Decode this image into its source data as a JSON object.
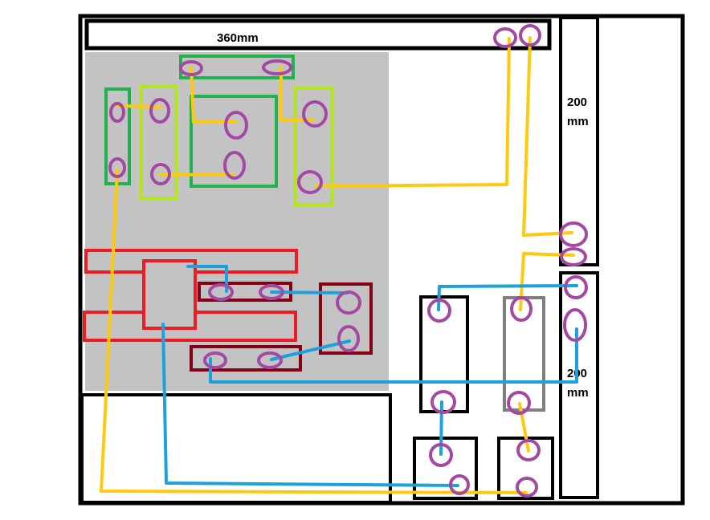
{
  "labels": {
    "top_radiator": "360mm",
    "side_radiator_1_line1": "200",
    "side_radiator_1_line2": "mm",
    "side_radiator_2_line1": "200",
    "side_radiator_2_line2": "mm"
  },
  "colors": {
    "case_outline": "#000000",
    "motherboard_area": "#c3c3c3",
    "green_parts": "#22b14c",
    "light_green_parts": "#b5e61d",
    "red_parts": "#ed1c24",
    "dark_red_parts": "#880015",
    "gray_part": "#7f7f7f",
    "fitting": "#a349a4",
    "warm_loop": "#ffc90e",
    "cold_loop": "#1da1dc"
  }
}
